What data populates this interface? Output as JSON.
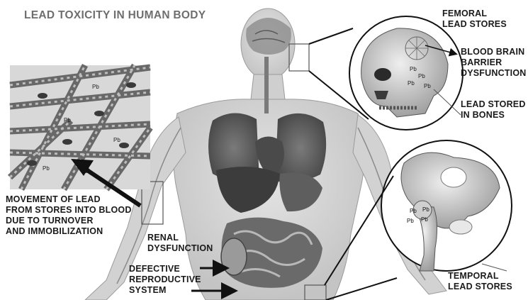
{
  "title": "LEAD TOXICITY IN HUMAN BODY",
  "labels": {
    "femoral": [
      "FEMORAL",
      "LEAD STORES"
    ],
    "bbb": [
      "BLOOD BRAIN",
      "BARRIER",
      "DYSFUNCTION"
    ],
    "bones": [
      "LEAD STORED",
      "IN BONES"
    ],
    "movement": [
      "MOVEMENT OF LEAD",
      "FROM STORES INTO BLOOD",
      "DUE TO  TURNOVER",
      "AND IMMOBILIZATION"
    ],
    "renal": [
      "RENAL",
      "DYSFUNCTION"
    ],
    "reproductive": [
      "DEFECTIVE",
      "REPRODUCTIVE",
      "SYSTEM"
    ],
    "temporal": [
      "TEMPORAL",
      "LEAD STORES"
    ]
  },
  "annotations": {
    "pb_skull": [
      "Pb",
      "Pb",
      "Pb",
      "Pb"
    ],
    "pb_hip": [
      "Pb",
      "Pb",
      "Pb",
      "Pb"
    ],
    "pb_blood": [
      "Pb",
      "Pb",
      "Pb",
      "Pb"
    ]
  }
}
